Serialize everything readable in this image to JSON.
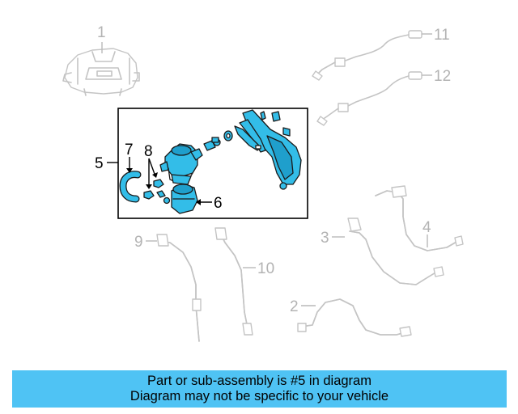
{
  "callouts": {
    "c1": "1",
    "c2": "2",
    "c3": "3",
    "c4": "4",
    "c5": "5",
    "c6": "6",
    "c7": "7",
    "c8": "8",
    "c9": "9",
    "c10": "10",
    "c11": "11",
    "c12": "12"
  },
  "highlighted_part": "5",
  "colors": {
    "highlight": "#33bde8",
    "banner": "#4fc3f4",
    "ghost": "#c4c4c4"
  },
  "banner": {
    "line1": "Part or sub-assembly is #5 in diagram",
    "line2": "Diagram may not be specific to your vehicle"
  }
}
